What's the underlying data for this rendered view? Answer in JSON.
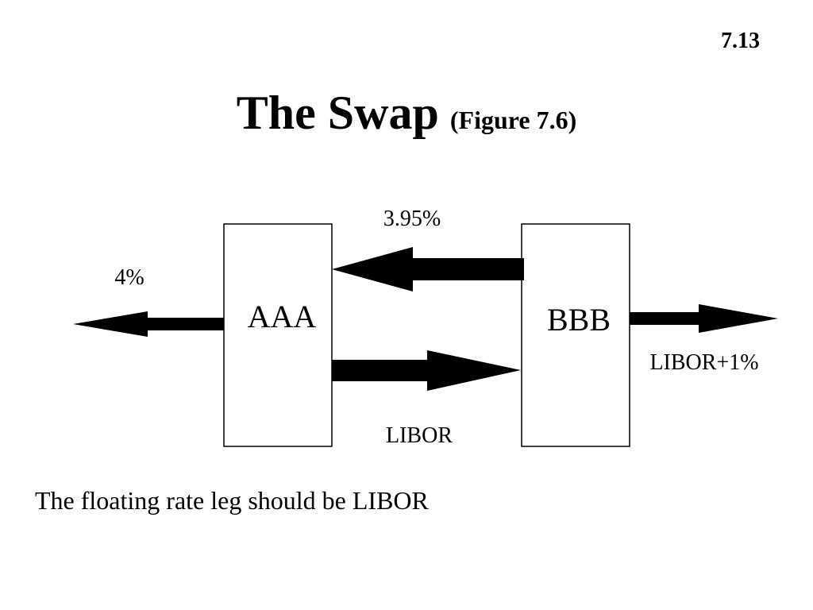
{
  "slide": {
    "number": "7.13",
    "title": "The Swap",
    "subtitle": "(Figure 7.6)"
  },
  "diagram": {
    "boxes": {
      "left": "AAA",
      "right": "BBB"
    },
    "labels": {
      "aaa_outflow": "4%",
      "bbb_to_aaa": "3.95%",
      "aaa_to_bbb": "LIBOR",
      "bbb_outflow": "LIBOR+1%"
    }
  },
  "caption": "The floating rate leg should be LIBOR"
}
